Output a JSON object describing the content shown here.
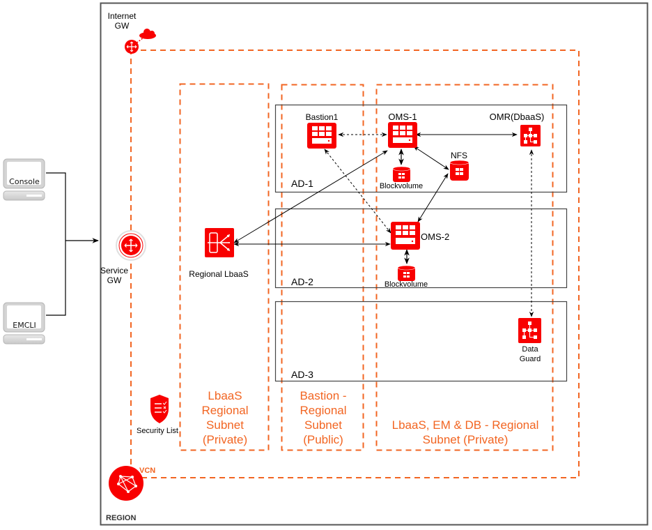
{
  "diagram": {
    "region_label": "REGION",
    "vcn_label": "VCN",
    "internet_gw": {
      "label_line1": "Internet",
      "label_line2": "GW"
    },
    "service_gw": {
      "label_line1": "Service",
      "label_line2": "GW"
    },
    "security_list": {
      "label": "Security List"
    },
    "clients": [
      {
        "id": "console",
        "label": "Console"
      },
      {
        "id": "emcli",
        "label": "EMCLI"
      }
    ],
    "subnets": [
      {
        "id": "lbaas-subnet",
        "lines": [
          "LbaaS",
          "Regional",
          "Subnet",
          "(Private)"
        ]
      },
      {
        "id": "bastion-subnet",
        "lines": [
          "Bastion -",
          "Regional",
          "Subnet",
          "(Public)"
        ]
      },
      {
        "id": "em-db-subnet",
        "lines": [
          "LbaaS, EM & DB - Regional",
          "Subnet (Private)"
        ]
      }
    ],
    "availability_domains": [
      {
        "id": "ad-1",
        "label": "AD-1"
      },
      {
        "id": "ad-2",
        "label": "AD-2"
      },
      {
        "id": "ad-3",
        "label": "AD-3"
      }
    ],
    "nodes": {
      "regional_lbaas": "Regional LbaaS",
      "bastion1": "Bastion1",
      "oms1": "OMS-1",
      "oms2": "OMS-2",
      "omr": "OMR(DbaaS)",
      "nfs": "NFS",
      "blockvolume1": "Blockvolume",
      "blockvolume2": "Blockvolume",
      "data_guard_line1": "Data",
      "data_guard_line2": "Guard"
    },
    "colors": {
      "oracle_red": "#f80000",
      "subnet_orange": "#f26522",
      "frame_gray": "#555555"
    },
    "connections": [
      {
        "from": "clients",
        "to": "service-gw",
        "style": "solid",
        "arrow": "end"
      },
      {
        "from": "bastion1",
        "to": "oms1",
        "style": "dashed",
        "arrow": "both"
      },
      {
        "from": "oms1",
        "to": "omr",
        "style": "solid",
        "arrow": "both"
      },
      {
        "from": "oms1",
        "to": "blockvolume1",
        "style": "solid",
        "arrow": "both"
      },
      {
        "from": "oms1",
        "to": "nfs",
        "style": "solid",
        "arrow": "both"
      },
      {
        "from": "nfs",
        "to": "oms2",
        "style": "solid",
        "arrow": "both"
      },
      {
        "from": "regional-lbaas",
        "to": "oms1",
        "style": "solid",
        "arrow": "both"
      },
      {
        "from": "regional-lbaas",
        "to": "oms2",
        "style": "solid",
        "arrow": "both"
      },
      {
        "from": "bastion1",
        "to": "oms2",
        "style": "dashed",
        "arrow": "both"
      },
      {
        "from": "oms2",
        "to": "blockvolume2",
        "style": "solid",
        "arrow": "both"
      },
      {
        "from": "omr",
        "to": "data-guard",
        "style": "dashed",
        "arrow": "both"
      }
    ]
  }
}
